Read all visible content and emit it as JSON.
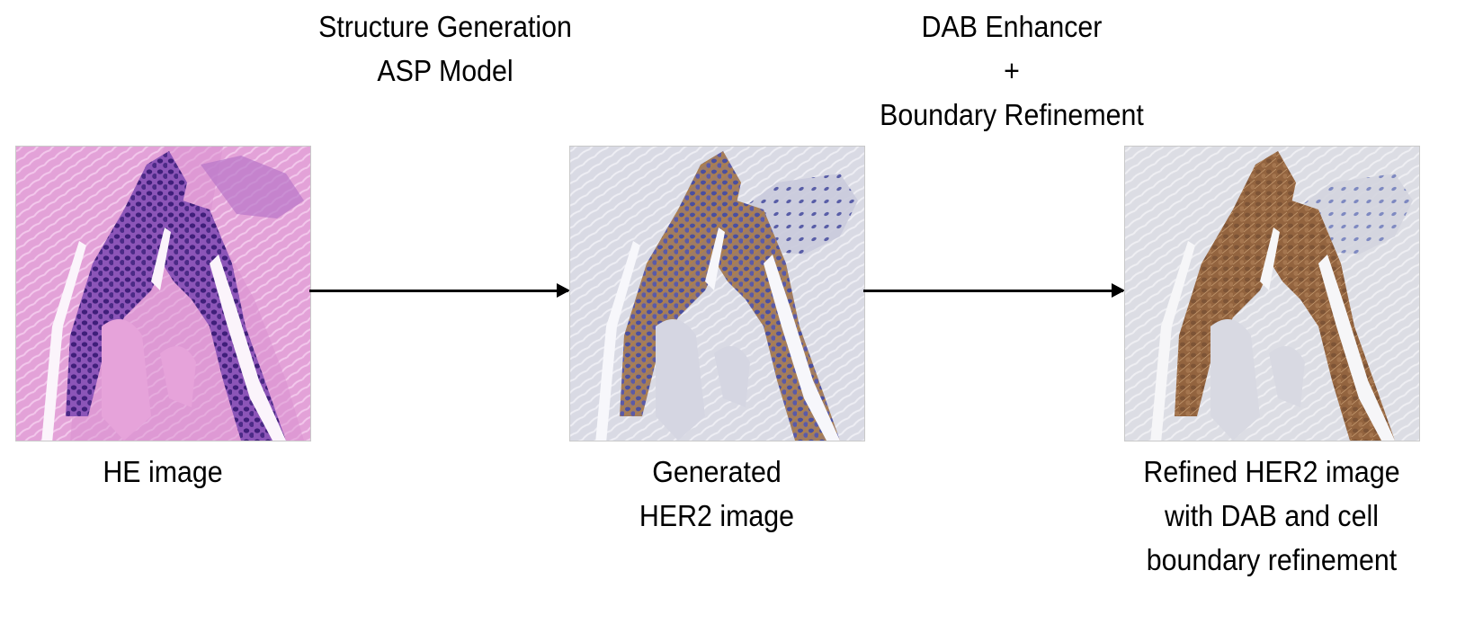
{
  "steps": [
    {
      "title_lines": [
        "Structure Generation",
        "ASP Model"
      ]
    },
    {
      "title_lines": [
        "DAB Enhancer",
        "+",
        "Boundary Refinement"
      ]
    }
  ],
  "panels": [
    {
      "id": "he",
      "caption_lines": [
        "HE image"
      ],
      "icon": "he-stained-tissue-image",
      "colors": {
        "background": "#e7a8dc",
        "stroma": "#d98fd0",
        "nuclei": "#4b2a86",
        "lumen": "#fbf4fb"
      }
    },
    {
      "id": "generated",
      "caption_lines": [
        "Generated",
        "HER2 image"
      ],
      "icon": "generated-her2-ihc-image",
      "colors": {
        "background": "#dcdce6",
        "stroma": "#cfd0de",
        "nuclei": "#4a4fa0",
        "dab": "#9a6a3a",
        "lumen": "#f7f7fb"
      }
    },
    {
      "id": "refined",
      "caption_lines": [
        "Refined HER2 image",
        "with DAB and cell",
        "boundary refinement"
      ],
      "icon": "refined-her2-ihc-image",
      "colors": {
        "background": "#dedfe6",
        "stroma": "#d2d3dc",
        "nuclei": "#6a76b8",
        "dab": "#8e5e3a",
        "lumen": "#f6f6f8"
      }
    }
  ],
  "arrows": [
    {
      "from": "he",
      "to": "generated"
    },
    {
      "from": "generated",
      "to": "refined"
    }
  ]
}
